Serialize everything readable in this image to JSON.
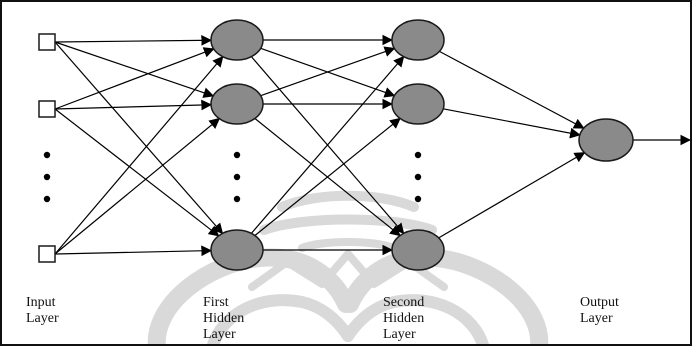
{
  "layers": {
    "input": {
      "lines": [
        "Input",
        "Layer"
      ],
      "visible_nodes": 3
    },
    "hidden1": {
      "lines": [
        "First",
        "Hidden",
        "Layer"
      ],
      "visible_nodes": 3
    },
    "hidden2": {
      "lines": [
        "Second",
        "Hidden",
        "Layer"
      ],
      "visible_nodes": 3
    },
    "output": {
      "lines": [
        "Output",
        "Layer"
      ],
      "visible_nodes": 1
    }
  },
  "colors": {
    "neuron_fill": "#8a8a8a",
    "neuron_stroke": "#1a1a1a",
    "edge": "#000000",
    "watermark": "#d8d8d8",
    "frame": "#111111"
  }
}
